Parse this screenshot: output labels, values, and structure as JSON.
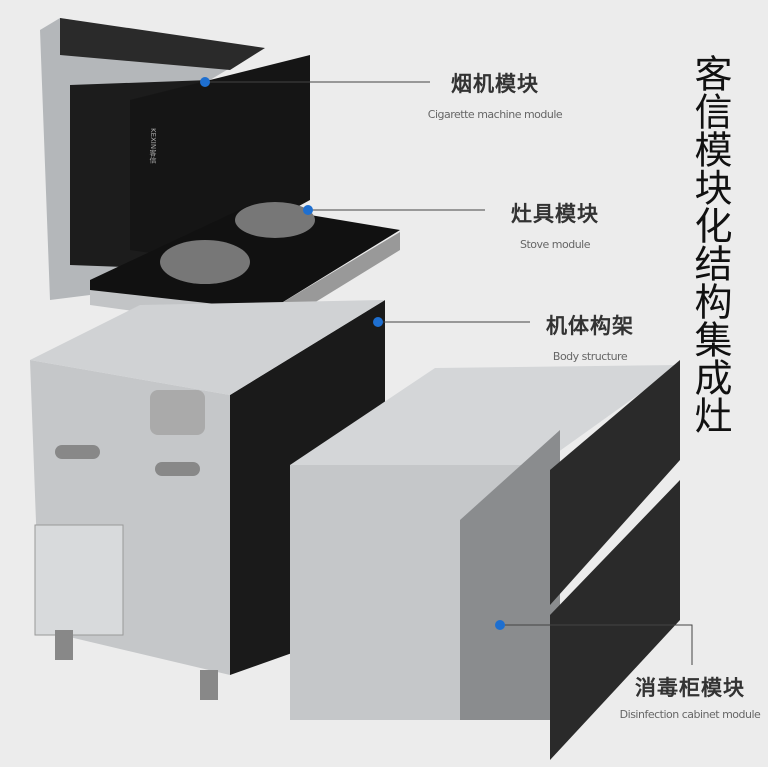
{
  "title": "客信模块化结构集成灶",
  "logo_text": "KEXIN客信",
  "labels": [
    {
      "cn": "烟机模块",
      "en": "Cigarette machine module"
    },
    {
      "cn": "灶具模块",
      "en": "Stove module"
    },
    {
      "cn": "机体构架",
      "en": "Body structure"
    },
    {
      "cn": "消毒柜模块",
      "en": "Disinfection cabinet module"
    }
  ],
  "colors": {
    "background": "#ececec",
    "marker": "#1e6fd0",
    "steel": "#b9bcbf",
    "glass": "#1a1a1a"
  }
}
